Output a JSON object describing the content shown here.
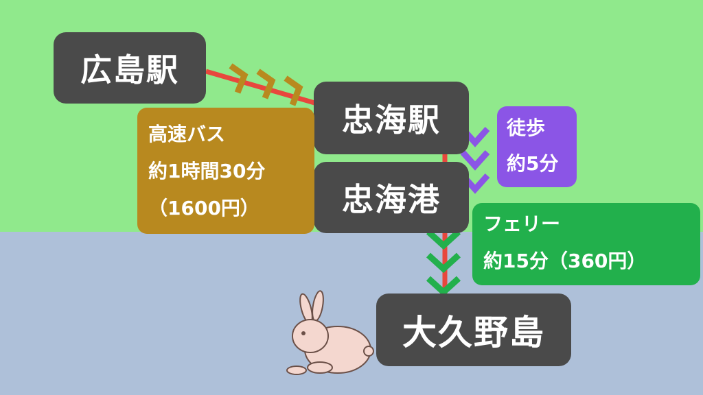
{
  "colors": {
    "land": "#90e98c",
    "sea": "#aec0d9",
    "station_box": "#4a4a4a",
    "route_line": "#e8473d",
    "bus": "#b8891f",
    "walk": "#8b55e6",
    "ferry": "#22b04c"
  },
  "stations": {
    "hiroshima": "広島駅",
    "tadanoumi_station": "忠海駅",
    "tadanoumi_port": "忠海港",
    "okunoshima": "大久野島"
  },
  "segments": {
    "bus": {
      "mode": "高速バス",
      "duration": "約1時間30分",
      "fare": "（1600円）"
    },
    "walk": {
      "mode": "徒歩",
      "duration": "約5分"
    },
    "ferry": {
      "mode": "フェリー",
      "detail": "約15分（360円）"
    }
  },
  "icons": [
    "bus-arrow-icon",
    "walk-arrow-icon",
    "ferry-arrow-icon",
    "rabbit-icon"
  ]
}
